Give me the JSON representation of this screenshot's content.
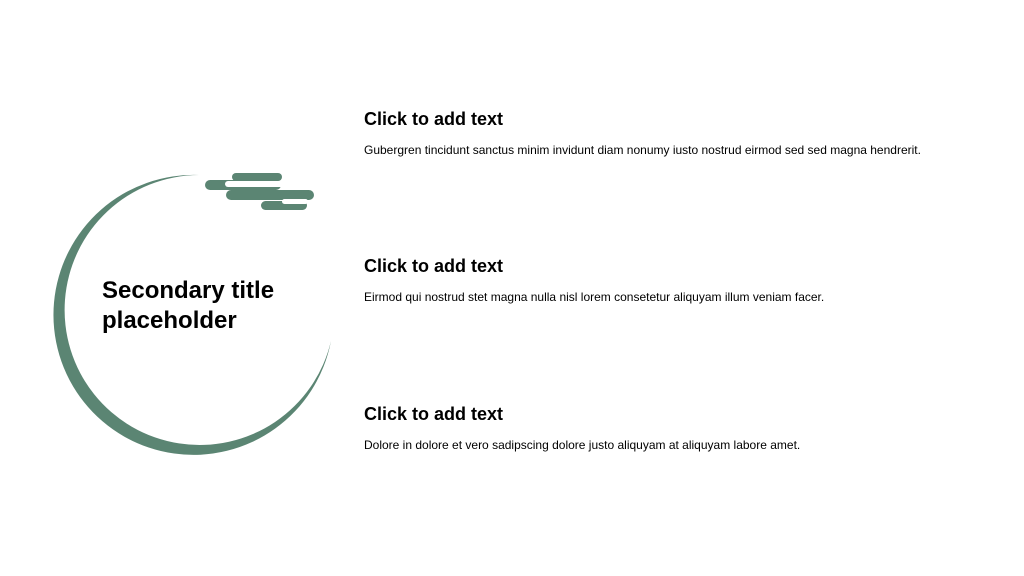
{
  "slide": {
    "secondary_title": "Secondary title placeholder",
    "accent_color": "#5b8573",
    "items": [
      {
        "heading": "Click to add text",
        "body": "Gubergren tincidunt sanctus minim invidunt diam nonumy iusto nostrud eirmod sed sed magna hendrerit."
      },
      {
        "heading": "Click to add text",
        "body": "Eirmod qui nostrud stet magna nulla nisl lorem consetetur aliquyam illum veniam facer."
      },
      {
        "heading": "Click to add text",
        "body": "Dolore in dolore et vero sadipscing dolore justo aliquyam at aliquyam labore amet."
      }
    ]
  }
}
